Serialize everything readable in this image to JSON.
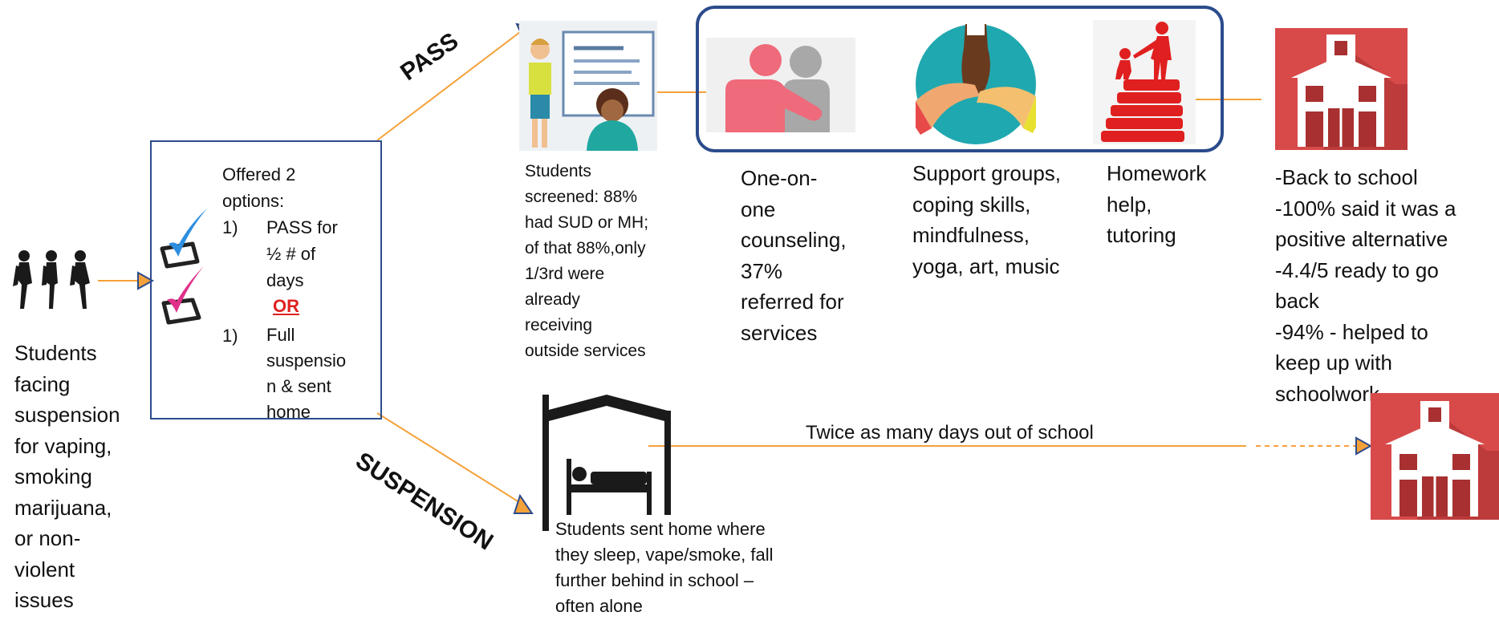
{
  "start": {
    "caption_lines": [
      "Students",
      "facing",
      "suspension",
      "for vaping,",
      "smoking",
      "marijuana,",
      "or non-",
      "violent",
      "issues"
    ]
  },
  "options": {
    "title_lines": [
      "Offered 2",
      "options:"
    ],
    "opt1_num": "1)",
    "opt1_lines": [
      "PASS for",
      "½ # of",
      "days"
    ],
    "or_label": "OR",
    "opt2_num": "1)",
    "opt2_lines": [
      "Full",
      "suspensio",
      "n & sent",
      "home"
    ]
  },
  "branches": {
    "pass_label": "PASS",
    "suspension_label": "SUSPENSION"
  },
  "screening": {
    "caption_lines": [
      "Students",
      "screened: 88%",
      "had SUD or MH;",
      "of that 88%,only",
      "1/3rd were",
      "already",
      "receiving",
      "outside services"
    ]
  },
  "services": [
    {
      "icon": "counseling-icon",
      "caption_lines": [
        "One-on-",
        "one",
        "counseling,",
        "37%",
        "referred for",
        "services"
      ]
    },
    {
      "icon": "hands-together-icon",
      "caption_lines": [
        "Support groups,",
        "coping skills,",
        "mindfulness,",
        "yoga, art, music"
      ]
    },
    {
      "icon": "books-climb-icon",
      "caption_lines": [
        "Homework",
        "help,",
        "tutoring"
      ]
    }
  ],
  "outcome": {
    "caption_lines": [
      "-Back to school",
      "-100% said it was a",
      "positive alternative",
      "-4.4/5 ready to go",
      "back",
      "-94% - helped to",
      "keep up with",
      "schoolwork"
    ]
  },
  "suspension_outcome": {
    "caption_lines": [
      "Students sent home where",
      "they sleep, vape/smoke, fall",
      "further behind in school –",
      "often alone"
    ],
    "arrow_label": "Twice as many days out of school"
  },
  "colors": {
    "arrow": "#f5a13a",
    "box_border": "#2b4b8c",
    "school_red": "#d84a4a",
    "or_red": "#e02020"
  }
}
